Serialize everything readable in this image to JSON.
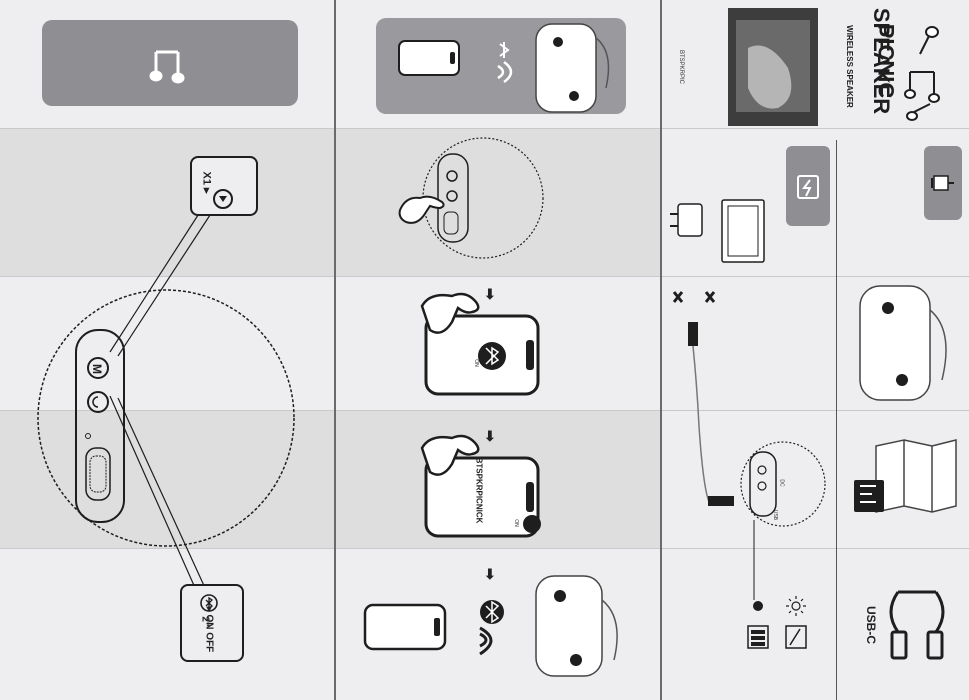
{
  "header": {
    "brand_line1": "PICNIC",
    "brand_line2": "SPEAKER",
    "subtitle": "WIRELESS SPEAKER",
    "model": "BTSPKRPIC"
  },
  "panel1": {
    "callout_top": "X1 ▸",
    "callout_bottom_time": "2\"",
    "callout_bottom_action": "▸ ON OFF",
    "m_button": "M"
  },
  "panel2": {
    "device_name_1": "BTSPKRPICNICK",
    "on_tag": "ON",
    "on_tag2": "ON"
  },
  "panel3": {
    "dc_tag": "DC",
    "usb_port_tag": "USB"
  },
  "panel4": {
    "usb_label": "USB-C"
  },
  "colors": {
    "paper": "#eeeef0",
    "band": "#dededf",
    "grey_box": "#8f8f93",
    "ink": "#1e1e1e",
    "fold": "#6a6a6a"
  }
}
